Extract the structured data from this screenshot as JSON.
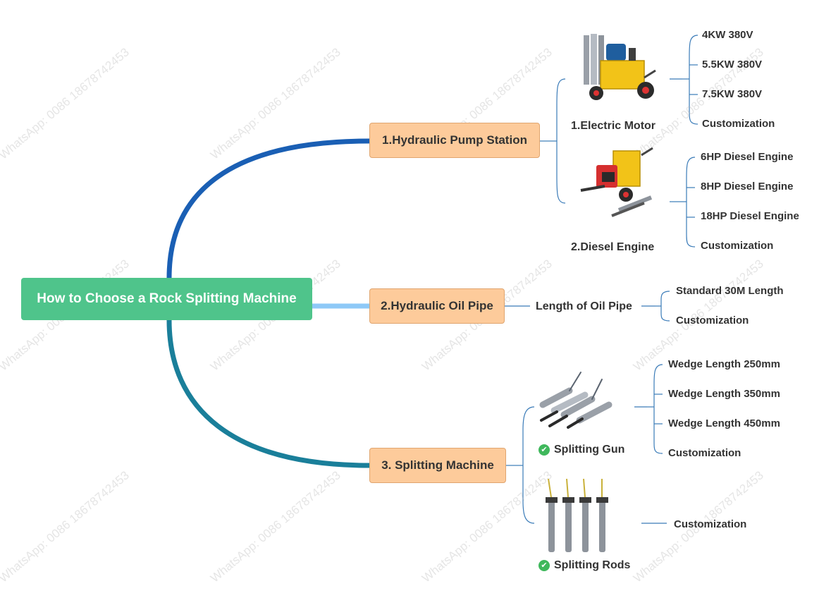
{
  "root": {
    "title": "How to Choose a Rock Splitting Machine"
  },
  "branches": [
    {
      "label": "1.Hydraulic Pump Station",
      "subgroups": [
        {
          "label": "1.Electric Motor",
          "options": [
            "4KW 380V",
            "5.5KW 380V",
            "7.5KW 380V",
            "Customization"
          ]
        },
        {
          "label": "2.Diesel Engine",
          "options": [
            "6HP Diesel Engine",
            "8HP Diesel Engine",
            "18HP Diesel Engine",
            "Customization"
          ]
        }
      ]
    },
    {
      "label": "2.Hydraulic Oil Pipe",
      "subgroups": [
        {
          "label": "Length of Oil Pipe",
          "options": [
            "Standard 30M Length",
            "Customization"
          ]
        }
      ]
    },
    {
      "label": "3. Splitting Machine",
      "subgroups": [
        {
          "label": "Splitting Gun",
          "options": [
            "Wedge Length 250mm",
            "Wedge Length 350mm",
            "Wedge Length 450mm",
            "Customization"
          ]
        },
        {
          "label": "Splitting Rods",
          "options": [
            "Customization"
          ]
        }
      ]
    }
  ],
  "watermark": "WhatsApp: 0086 18678742453",
  "colors": {
    "root": "#4fc48b",
    "branch_fill": "#fdcb9b",
    "curve_top": "#1a5fb4",
    "curve_mid": "#8ec9f7",
    "curve_bottom": "#1a7f9a",
    "check": "#3fb85c",
    "connector": "#3a7bb8"
  },
  "icons": [
    "electric-pump-station-image",
    "diesel-pump-station-image",
    "splitting-gun-image",
    "splitting-rods-image",
    "check-icon"
  ]
}
